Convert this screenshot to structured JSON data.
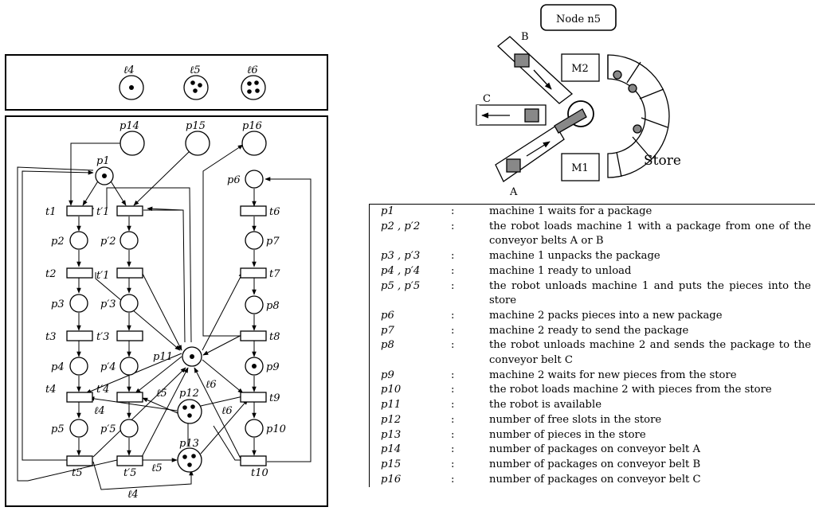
{
  "node_box": {
    "label": "Node n5"
  },
  "machine_diagram": {
    "m1": "M1",
    "m2": "M2",
    "store": "Store",
    "belt_a": "A",
    "belt_b": "B",
    "belt_c": "C"
  },
  "top_box": {
    "places": [
      "ℓ4",
      "ℓ5",
      "ℓ6"
    ],
    "tokens": [
      1,
      3,
      4
    ]
  },
  "petri_net": {
    "places": {
      "p1": "p1",
      "p2": "p2",
      "p2p": "p′2",
      "p3": "p3",
      "p3p": "p′3",
      "p4": "p4",
      "p4p": "p′4",
      "p5": "p5",
      "p5p": "p′5",
      "p6": "p6",
      "p7": "p7",
      "p8": "p8",
      "p9": "p9",
      "p10": "p10",
      "p11": "p11",
      "p12": "p12",
      "p13": "p13",
      "p14": "p14",
      "p15": "p15",
      "p16": "p16"
    },
    "transitions": {
      "t1": "t1",
      "t1p": "t′1",
      "t1p_b": "t′1",
      "t2": "t2",
      "t3": "t3",
      "t3p": "t′3",
      "t4": "t4",
      "t4p": "t′4",
      "t5": "t5",
      "t5p": "t′5",
      "t6": "t6",
      "t7": "t7",
      "t8": "t8",
      "t9": "t9",
      "t10": "t10"
    },
    "arc_labels": {
      "l4a": "ℓ4",
      "l4b": "ℓ4",
      "l5a": "ℓ5",
      "l5b": "ℓ5",
      "l6a": "ℓ6",
      "l6b": "ℓ6"
    },
    "tokens": {
      "p1": 1,
      "p9": 1,
      "p11": 1,
      "p12": 3,
      "p13": 3
    }
  },
  "legend": {
    "separator": ":",
    "rows": [
      {
        "sym": "p1",
        "desc": "machine 1 waits for a package"
      },
      {
        "sym": "p2 , p′2",
        "desc": "the robot loads machine 1 with a package from one of the conveyor belts A or B"
      },
      {
        "sym": "p3 , p′3",
        "desc": "machine 1 unpacks the package"
      },
      {
        "sym": "p4 , p′4",
        "desc": "machine 1 ready to unload"
      },
      {
        "sym": "p5 , p′5",
        "desc": "the robot unloads machine 1 and puts the pieces into the store"
      },
      {
        "sym": "p6",
        "desc": "machine 2 packs pieces into a new package"
      },
      {
        "sym": "p7",
        "desc": "machine 2 ready to send the package"
      },
      {
        "sym": "p8",
        "desc": "the robot unloads machine 2 and sends the package to the conveyor belt C"
      },
      {
        "sym": "p9",
        "desc": "machine 2 waits for new pieces from the store"
      },
      {
        "sym": "p10",
        "desc": "the robot loads machine 2 with pieces from the store"
      },
      {
        "sym": "p11",
        "desc": "the robot is available"
      },
      {
        "sym": "p12",
        "desc": "number of free slots in the store"
      },
      {
        "sym": "p13",
        "desc": "number of pieces in the store"
      },
      {
        "sym": "p14",
        "desc": "number of packages on conveyor belt A"
      },
      {
        "sym": "p15",
        "desc": "number of packages on conveyor belt B"
      },
      {
        "sym": "p16",
        "desc": "number of packages on conveyor belt C"
      }
    ]
  }
}
